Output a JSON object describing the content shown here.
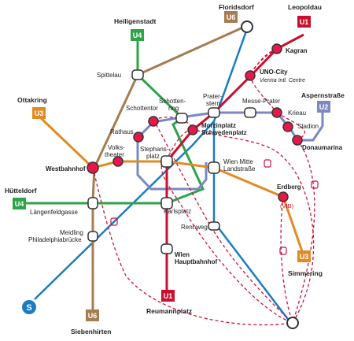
{
  "colors": {
    "u1": "#c8102e",
    "u2": "#7d87c2",
    "u3": "#e08b24",
    "u4": "#2ea34a",
    "u6": "#a67c52",
    "s_bahn": "#1a7cc1",
    "route": "#d3123a",
    "stop_fill": "#e8174a"
  },
  "lines": {
    "u1_top": "U1",
    "u1_bottom": "U1",
    "u2": "U2",
    "u3_left": "U3",
    "u3_right": "U3",
    "u4_top": "U4",
    "u4_left": "U4",
    "u6_top": "U6",
    "u6_bottom": "U6"
  },
  "terminals": {
    "floridsdorf": "Floridsdorf",
    "leopoldau": "Leopoldau",
    "heiligenstadt": "Heiligenstadt",
    "ottakring": "Ottakring",
    "huetteldorf": "Hütteldorf",
    "seestadt": "Aspernstraße",
    "simmering": "Simmering",
    "reumannplatz": "Reumannplatz",
    "siebenhirten": "Siebenhirten"
  },
  "stations": {
    "kagran": "Kagran",
    "uno_city": "UNO-City",
    "uno_city_sub": "Vienna Intl. Centre",
    "messe": "Messe-Prater",
    "praterstern_1": "Prater-",
    "praterstern_2": "stern",
    "krieau": "Krieau",
    "stadion": "Stadion",
    "donaumarina": "Donaumarina",
    "spittelau": "Spittelau",
    "schottenring_1": "Schotten-",
    "schottenring_2": "ring",
    "schottentor": "Schottentor",
    "rathaus": "Rathaus",
    "morzin_1": "Morzinplatz",
    "morzin_2": "Schwedenplatz",
    "volkstheater_1": "Volks-",
    "volkstheater_2": "theater",
    "stephansplatz_1": "Stephans-",
    "stephansplatz_2": "platz",
    "westbahnhof": "Westbahnhof",
    "wien_mitte_1": "Wien Mitte",
    "wien_mitte_2": "Landstraße",
    "laengenfeldgasse": "Längenfeldgasse",
    "karlsplatz": "Karlsplatz",
    "rennweg": "Rennweg",
    "erdberg": "Erdberg",
    "erdberg_sub": "(VIB)",
    "meidling_1": "Meidling",
    "meidling_2": "Philadelphiabrücke",
    "hbf_1": "Wien",
    "hbf_2": "Hauptbahnhof"
  },
  "icons": {
    "bus": "bus-icon",
    "s_bahn": "s-bahn-icon"
  }
}
